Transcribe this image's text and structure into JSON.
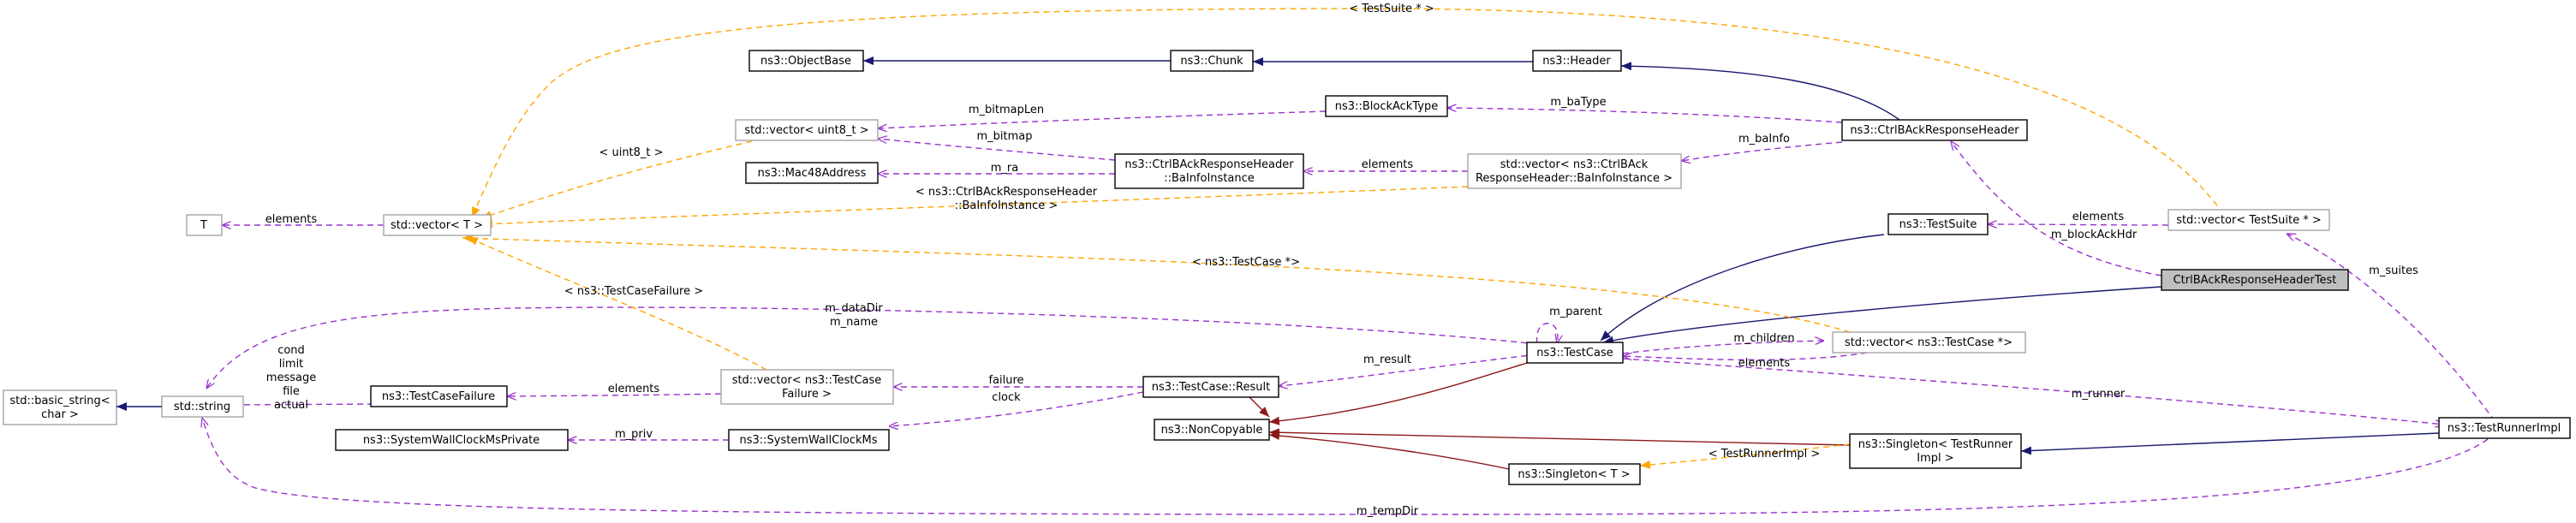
{
  "colors": {
    "inheritance": "#191970",
    "private_inheritance": "#8b1a1a",
    "usage": "#9a32cd",
    "template": "#ffa500",
    "node_border": "#000000",
    "node_border_template": "#a6a6a6",
    "highlight_fill": "#bfbfbf"
  },
  "nodes": {
    "object_base": "ns3::ObjectBase",
    "chunk": "ns3::Chunk",
    "header": "ns3::Header",
    "block_ack_type": "ns3::BlockAckType",
    "ctrl_back_response_header": "ns3::CtrlBAckResponseHeader",
    "vector_uint8": "std::vector< uint8_t >",
    "mac48": "ns3::Mac48Address",
    "bainfo_instance": [
      "ns3::CtrlBAckResponseHeader",
      "::BaInfoInstance"
    ],
    "vector_bainfo": [
      "std::vector< ns3::CtrlBAck",
      "ResponseHeader::BaInfoInstance >"
    ],
    "t": "T",
    "vector_t": "std::vector< T >",
    "test_suite": "ns3::TestSuite",
    "vector_test_suite": "std::vector< TestSuite * >",
    "test_case": "ns3::TestCase",
    "vector_test_case": "std::vector< ns3::TestCase *>",
    "ctrl_test": "CtrlBAckResponseHeaderTest",
    "basic_string": [
      "std::basic_string<",
      "char >"
    ],
    "std_string": "std::string",
    "test_case_failure": "ns3::TestCaseFailure",
    "vector_failure": [
      "std::vector< ns3::TestCase",
      "Failure >"
    ],
    "result": "ns3::TestCase::Result",
    "non_copyable": "ns3::NonCopyable",
    "clock_private": "ns3::SystemWallClockMsPrivate",
    "clock": "ns3::SystemWallClockMs",
    "singleton_runner": [
      "ns3::Singleton< TestRunner",
      "Impl >"
    ],
    "singleton_t": "ns3::Singleton< T >",
    "runner_impl": "ns3::TestRunnerImpl"
  },
  "edge_labels": {
    "testsuite_ptr": "< TestSuite * >",
    "m_bitmapLen": "m_bitmapLen",
    "m_baType": "m_baType",
    "uint8_t": "< uint8_t >",
    "m_bitmap": "m_bitmap",
    "m_ra": "m_ra",
    "elements_bainfo": "elements",
    "m_baInfo": "m_baInfo",
    "elements_t": "elements",
    "bainfo_tmpl": [
      "< ns3::CtrlBAckResponseHeader",
      "::BaInfoInstance >"
    ],
    "elements_suite": "elements",
    "m_blockAckHdr": "m_blockAckHdr",
    "m_suites": "m_suites",
    "testcase_ptr": "< ns3::TestCase *>",
    "failure_tmpl": "< ns3::TestCaseFailure >",
    "m_parent": "m_parent",
    "m_dataDir": "m_dataDir",
    "m_name": "m_name",
    "string_fields": [
      "cond",
      "limit",
      "message",
      "file",
      "actual"
    ],
    "m_children": "m_children",
    "elements_case": "elements",
    "m_result": "m_result",
    "elements_failure": "elements",
    "failure": "failure",
    "clock_label": "clock",
    "m_runner": "m_runner",
    "m_priv": "m_priv",
    "runner_tmpl": "< TestRunnerImpl >",
    "m_tempDir": "m_tempDir"
  }
}
